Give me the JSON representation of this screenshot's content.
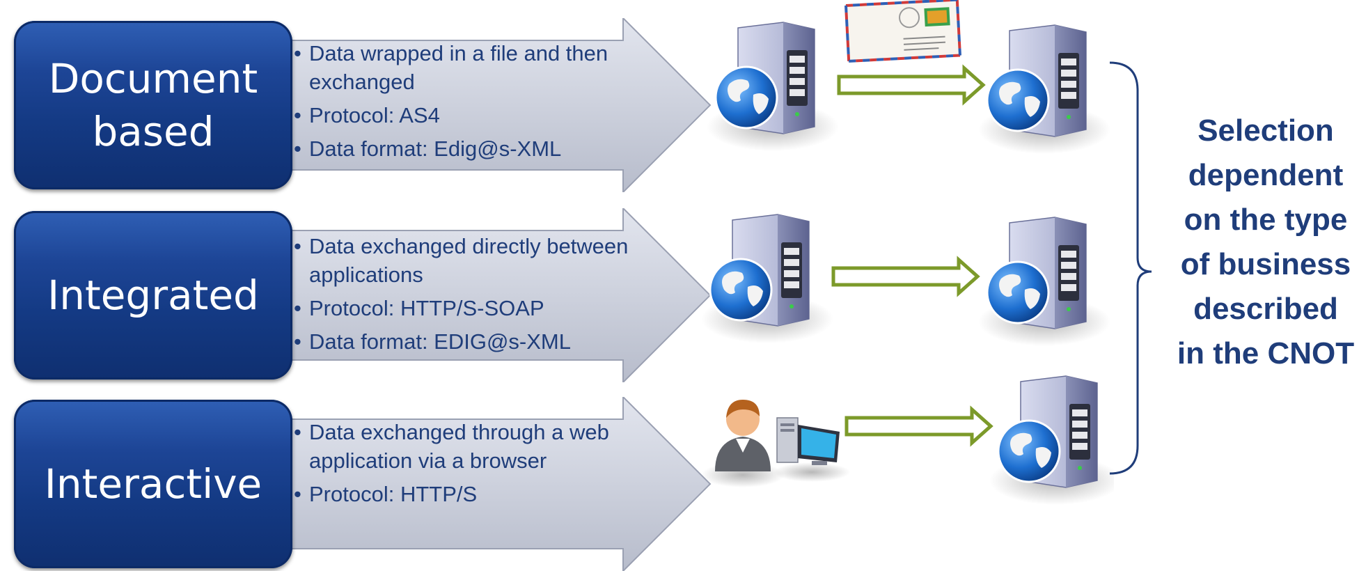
{
  "rows": [
    {
      "title": "Document based",
      "bullets": [
        "Data wrapped in a file and then exchanged",
        "Protocol: AS4",
        "Data format: Edig@s-XML"
      ]
    },
    {
      "title": "Integrated",
      "bullets": [
        "Data exchanged directly between applications",
        "Protocol: HTTP/S-SOAP",
        "Data format: EDIG@s-XML"
      ]
    },
    {
      "title": "Interactive",
      "bullets": [
        "Data exchanged through a web application via a browser",
        "Protocol: HTTP/S"
      ]
    }
  ],
  "selection_note": "Selection dependent on the type of business described in the CNOT",
  "icons": [
    "server-globe-icon",
    "envelope-icon",
    "right-arrow-icon",
    "user-icon",
    "desktop-computer-icon",
    "brace-icon"
  ],
  "colors": {
    "box_blue": "#1a3f8a",
    "text_blue": "#1f3d7a",
    "arrow_gray": "#cdd1dd",
    "arrow_green": "#7c9a2a"
  }
}
